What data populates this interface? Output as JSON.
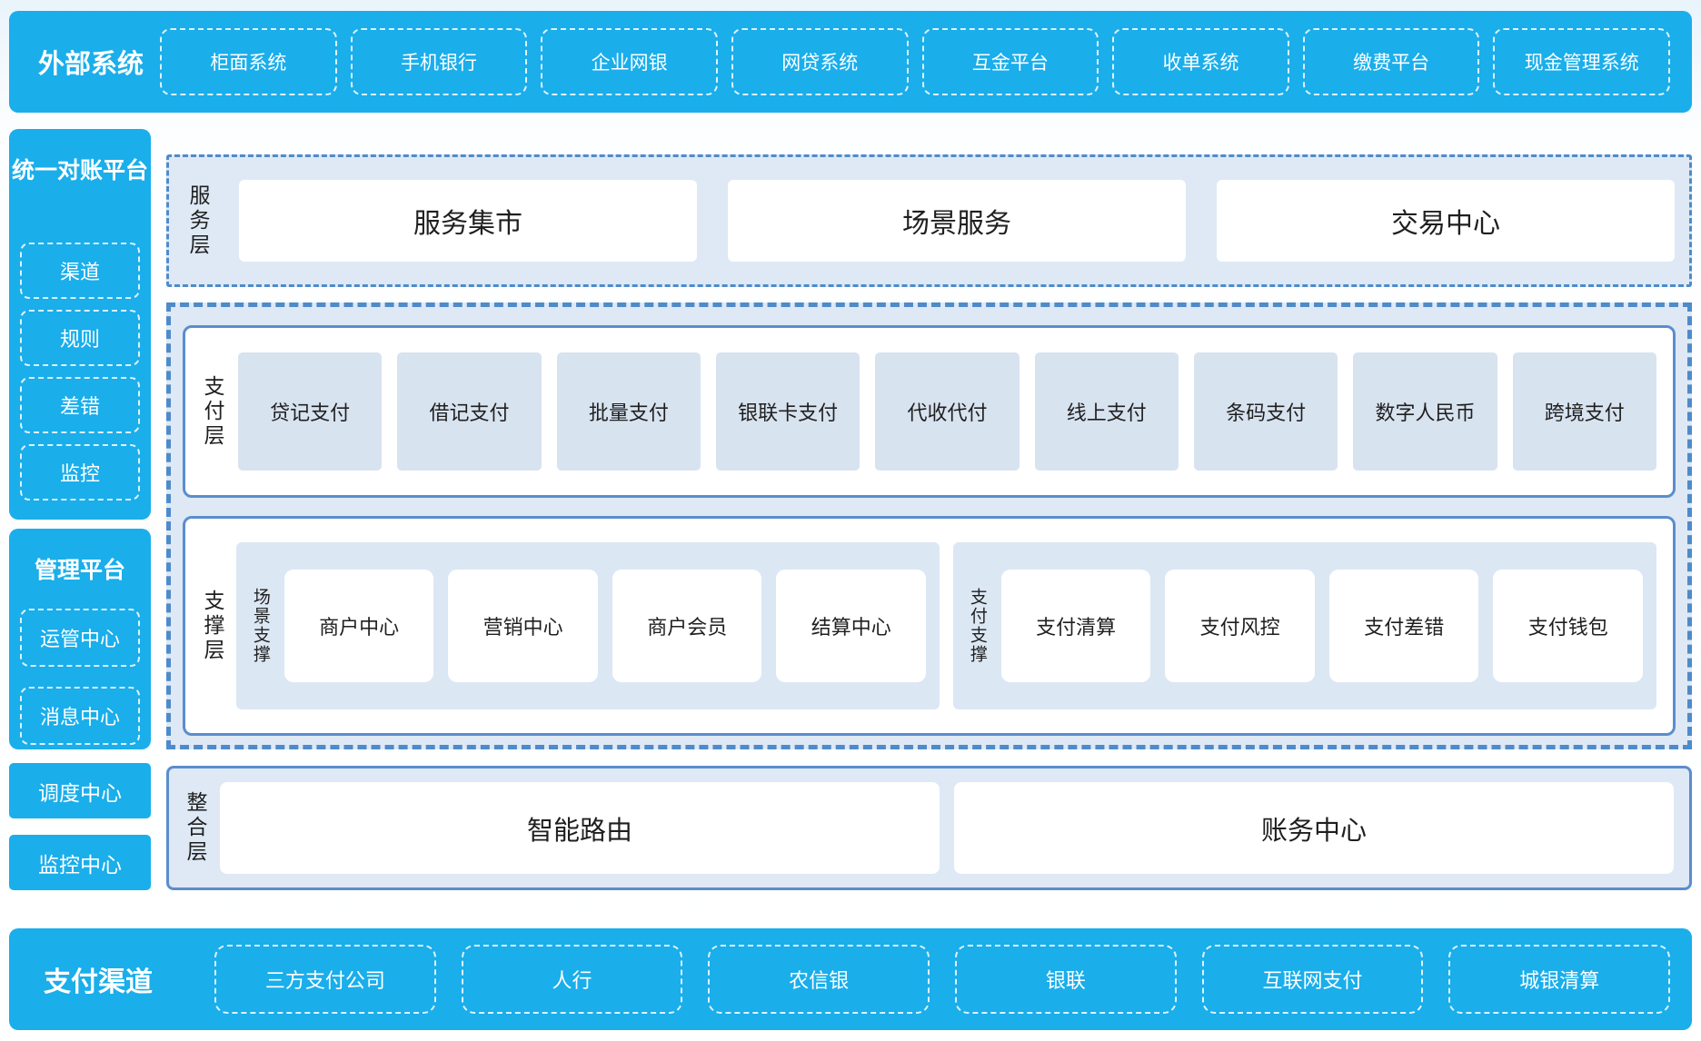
{
  "colors": {
    "cyan": "#1aaeeb",
    "panel": "#dee9f5",
    "card": "#d8e3f0",
    "line": "#5b8dce",
    "ink": "#1f1f1f"
  },
  "top_bar": {
    "label": "外部系统",
    "items": [
      "柜面系统",
      "手机银行",
      "企业网银",
      "网贷系统",
      "互金平台",
      "收单系统",
      "缴费平台",
      "现金管理系统"
    ]
  },
  "sidebar": {
    "recon": {
      "title": "统一对账平台",
      "items": [
        "渠道",
        "规则",
        "差错",
        "监控"
      ]
    },
    "mgmt": {
      "title": "管理平台",
      "items": [
        "运管中心",
        "消息中心"
      ]
    },
    "solo": [
      "调度中心",
      "监控中心"
    ]
  },
  "service_layer": {
    "label": "服务层",
    "cards": [
      "服务集市",
      "场景服务",
      "交易中心"
    ]
  },
  "payment_layer": {
    "label": "支付层",
    "cards": [
      "贷记支付",
      "借记支付",
      "批量支付",
      "银联卡支付",
      "代收代付",
      "线上支付",
      "条码支付",
      "数字人民币",
      "跨境支付"
    ]
  },
  "support_layer": {
    "label": "支撑层",
    "groups": [
      {
        "label": "场景支撑",
        "cards": [
          "商户中心",
          "营销中心",
          "商户会员",
          "结算中心"
        ]
      },
      {
        "label": "支付支撑",
        "cards": [
          "支付清算",
          "支付风控",
          "支付差错",
          "支付钱包"
        ]
      }
    ]
  },
  "integration_layer": {
    "label": "整合层",
    "cards": [
      "智能路由",
      "账务中心"
    ]
  },
  "bottom_bar": {
    "label": "支付渠道",
    "items": [
      "三方支付公司",
      "人行",
      "农信银",
      "银联",
      "互联网支付",
      "城银清算"
    ]
  }
}
